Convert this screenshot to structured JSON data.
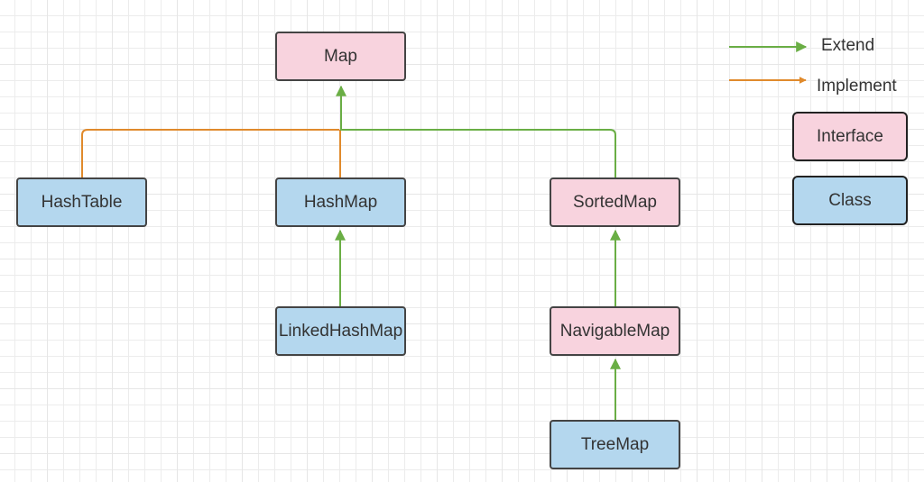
{
  "nodes": {
    "map": "Map",
    "hashtable": "HashTable",
    "hashmap": "HashMap",
    "sortedmap": "SortedMap",
    "linkedhashmap": "LinkedHashMap",
    "navigablemap": "NavigableMap",
    "treemap": "TreeMap"
  },
  "node_kinds": {
    "map": "interface",
    "hashtable": "class",
    "hashmap": "class",
    "sortedmap": "interface",
    "linkedhashmap": "class",
    "navigablemap": "interface",
    "treemap": "class"
  },
  "edges": [
    {
      "from": "hashtable",
      "to": "map",
      "type": "implement"
    },
    {
      "from": "hashmap",
      "to": "map",
      "type": "implement"
    },
    {
      "from": "sortedmap",
      "to": "map",
      "type": "extend"
    },
    {
      "from": "linkedhashmap",
      "to": "hashmap",
      "type": "extend"
    },
    {
      "from": "navigablemap",
      "to": "sortedmap",
      "type": "extend"
    },
    {
      "from": "treemap",
      "to": "navigablemap",
      "type": "extend"
    }
  ],
  "legend": {
    "extend": "Extend",
    "implement": "Implement",
    "interface": "Interface",
    "class": "Class"
  },
  "colors": {
    "extend": "#6aae45",
    "implement": "#e08a2c",
    "interface_fill": "#f8d3de",
    "class_fill": "#b4d7ee"
  }
}
